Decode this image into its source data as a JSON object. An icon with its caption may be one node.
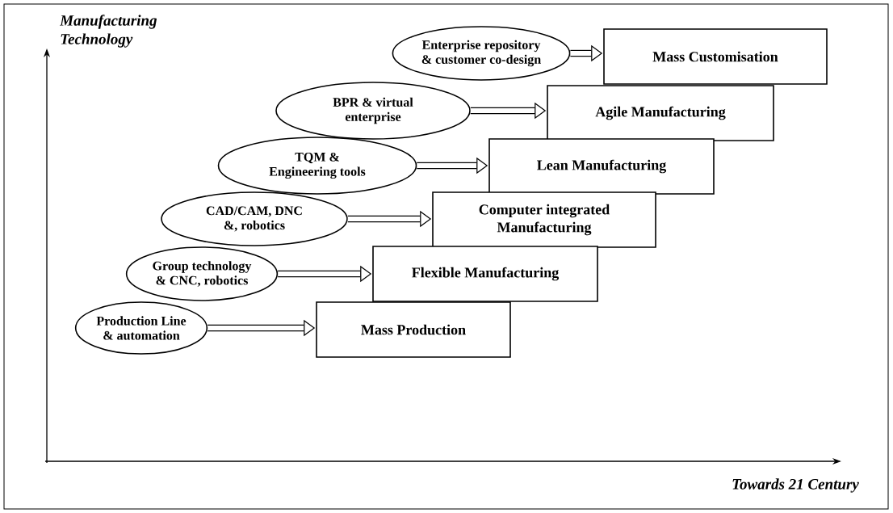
{
  "diagram": {
    "nodes": [
      {
        "text": [
          "Enterprise repository & customer co-design"
        ]
      },
      {
        "text": [
          "Mass Customisation"
        ]
      },
      {
        "text": [
          "BPR & virtual enterprise"
        ]
      },
      {
        "text": [
          "Agile Manufacturing"
        ]
      },
      {
        "text": [
          "TQM & Engineering tools"
        ]
      },
      {
        "text": [
          "Lean Manufacturing"
        ]
      },
      {
        "text": [
          "CAD/CAM, DNC &, robotics"
        ]
      },
      {
        "text": [
          "Computer integrated Manufacturing"
        ]
      },
      {
        "text": [
          "Group technology & CNC, robotics"
        ]
      },
      {
        "text": [
          "Flexible Manufacturing"
        ]
      },
      {
        "text": [
          "Production Line & automation"
        ]
      },
      {
        "text": [
          "Mass Production"
        ]
      }
    ],
    "edges": [
      {
        "from": 0,
        "to": 1,
        "arrow": "to"
      },
      {
        "from": 2,
        "to": 3,
        "arrow": "to"
      },
      {
        "from": 4,
        "to": 5,
        "arrow": "to"
      },
      {
        "from": 6,
        "to": 7,
        "arrow": "to"
      },
      {
        "from": 8,
        "to": 9,
        "arrow": "to"
      },
      {
        "from": 10,
        "to": 11,
        "arrow": "to"
      }
    ],
    "labels": [
      "Manufacturing Technology",
      "Towards 21 Century"
    ]
  }
}
